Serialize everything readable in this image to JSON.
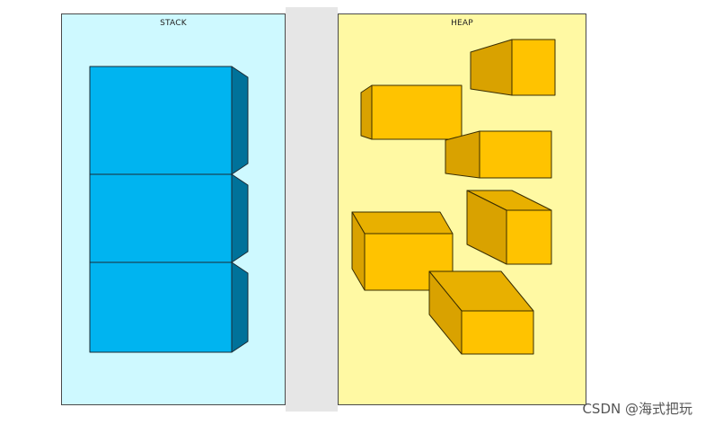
{
  "stack": {
    "title": "STACK",
    "block_count": 3,
    "colors": {
      "front": "#00b4f0",
      "side": "#00729a",
      "top": "#1fc8ff",
      "stroke": "#1c2a33"
    }
  },
  "heap": {
    "title": "HEAP",
    "block_count": 6,
    "colors": {
      "front": "#ffc300",
      "side": "#d9a200",
      "top": "#e8b000",
      "stroke": "#3a2e00"
    }
  },
  "panel_colors": {
    "stack_bg": "#cef9ff",
    "heap_bg": "#fff9a3",
    "gutter": "#e6e6e6"
  },
  "watermark": "CSDN @海式把玩"
}
